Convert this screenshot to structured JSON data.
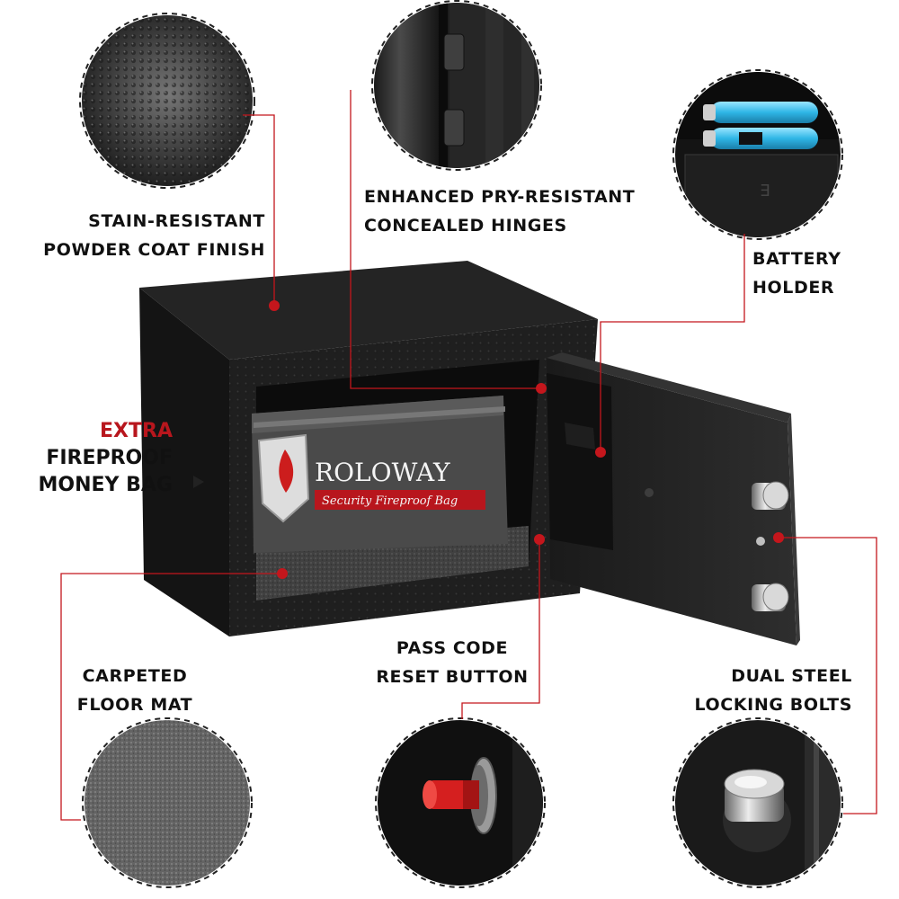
{
  "features": {
    "powder_coat": [
      "STAIN-RESISTANT",
      "POWDER COAT FINISH"
    ],
    "hinges": [
      "ENHANCED PRY-RESISTANT",
      "CONCEALED HINGES"
    ],
    "battery": [
      "BATTERY",
      "HOLDER"
    ],
    "floor_mat": [
      "CARPETED",
      "FLOOR MAT"
    ],
    "reset_button": [
      "PASS CODE",
      "RESET BUTTON"
    ],
    "locking_bolts": [
      "DUAL STEEL",
      "LOCKING BOLTS"
    ]
  },
  "fireproof_bag": {
    "accent": "EXTRA",
    "lines": [
      "FIREPROOF",
      "MONEY BAG"
    ]
  },
  "bag_brand": "ROLOWAY",
  "bag_tagline": "Security Fireproof Bag",
  "colors": {
    "callout_line": "#c4161c",
    "accent_text": "#b8161d",
    "safe_body": "#1c1c1c",
    "button_red": "#d51f1f"
  }
}
